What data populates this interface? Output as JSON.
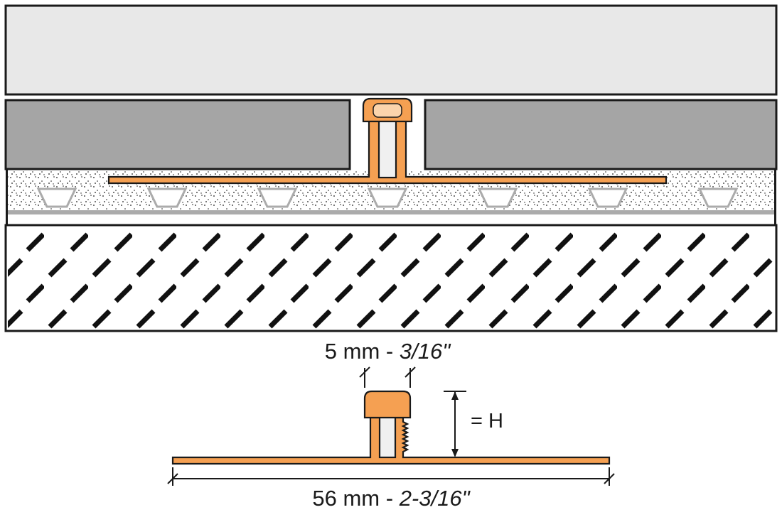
{
  "labels": {
    "joint_width_metric": "5 mm - ",
    "joint_width_imperial": "3/16\"",
    "height": "= H",
    "overall_width_metric": "56 mm - ",
    "overall_width_imperial": "2-3/16\""
  },
  "colors": {
    "profile_orange": "#F5A052",
    "profile_cap_chamber": "#FBD4AC",
    "movement_insert": "#F0F0F0",
    "tile_gray": "#A5A5A5",
    "surface_gray": "#E8E8E8",
    "membrane_gray": "#ABABAB",
    "outline_black": "#1A1A1A",
    "background": "#FFFFFF"
  }
}
